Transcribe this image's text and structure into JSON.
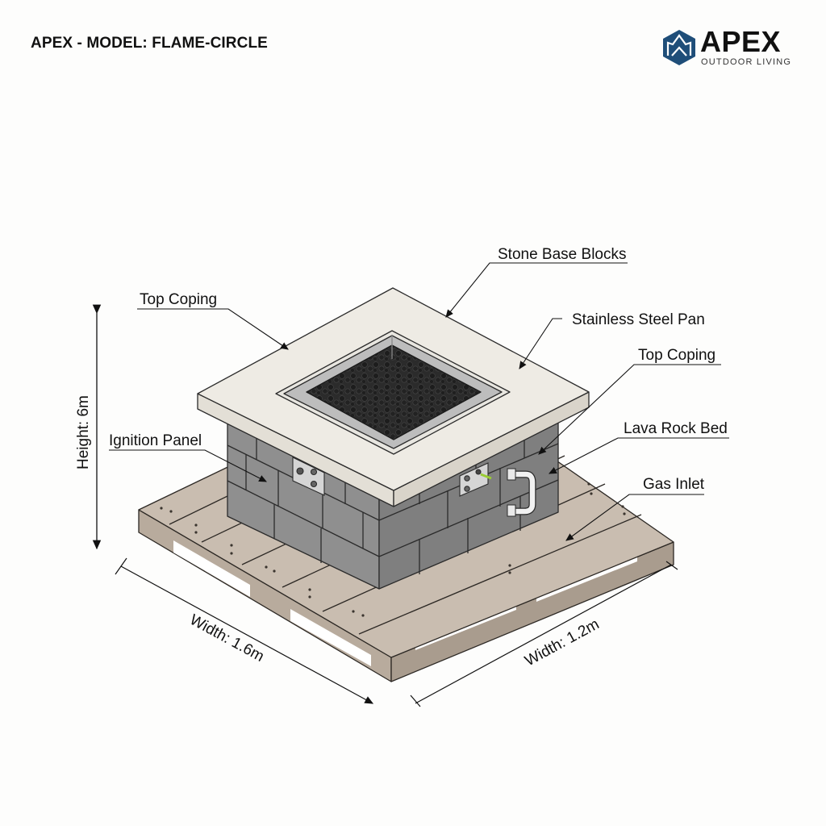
{
  "header": {
    "title": "APEX - MODEL: FLAME-CIRCLE"
  },
  "logo": {
    "brand": "APEX",
    "tagline": "OUTDOOR LIVING",
    "icon": "hexagon-a-icon",
    "brand_color": "#1f4e79"
  },
  "callouts": [
    {
      "id": "stone-base-blocks",
      "label": "Stone Base Blocks"
    },
    {
      "id": "top-coping-left",
      "label": "Top Coping"
    },
    {
      "id": "stainless-steel-pan",
      "label": "Stainless Steel Pan"
    },
    {
      "id": "top-coping-right",
      "label": "Top Coping"
    },
    {
      "id": "ignition-panel",
      "label": "Ignition Panel"
    },
    {
      "id": "lava-rock-bed",
      "label": "Lava Rock Bed"
    },
    {
      "id": "gas-inlet",
      "label": "Gas Inlet"
    }
  ],
  "dimensions": {
    "height": "Height: 6m",
    "width_left": "Width: 1.6m",
    "width_right": "Width: 1.2m"
  },
  "colors": {
    "coping": "#eeebe4",
    "stone": "#8e8e8e",
    "stone_dark": "#6f6f6f",
    "lava": "#2a2a2a",
    "pan": "#b9b9b9",
    "pallet": "#c9bdb0",
    "pallet_dark": "#a99c8e"
  }
}
